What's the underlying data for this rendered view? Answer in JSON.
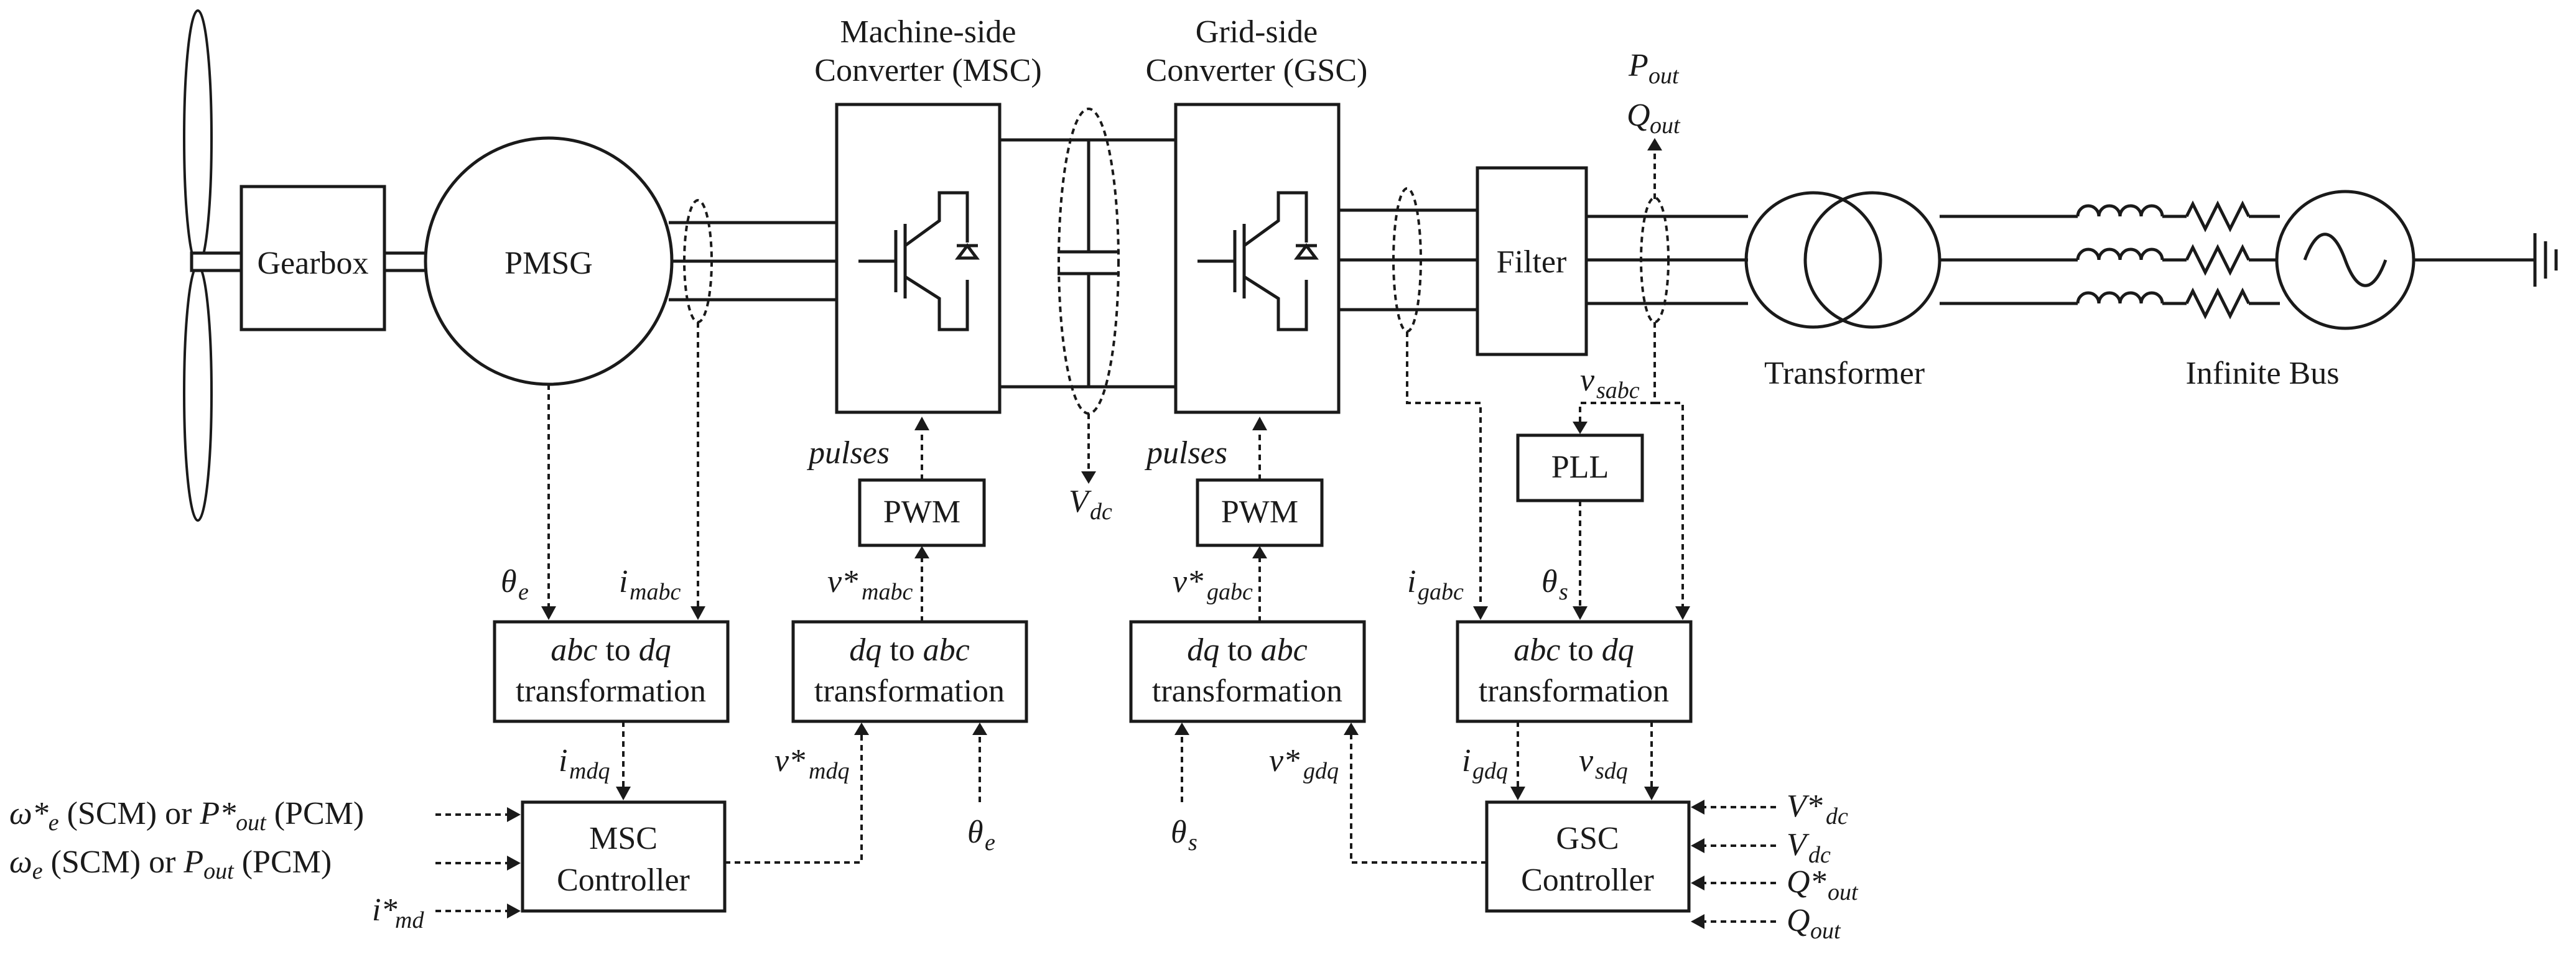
{
  "blocks": {
    "gearbox": "Gearbox",
    "pmsg": "PMSG",
    "msc_title_1": "Machine-side",
    "msc_title_2": "Converter (MSC)",
    "gsc_title_1": "Grid-side",
    "gsc_title_2": "Converter (GSC)",
    "filter": "Filter",
    "transformer": "Transformer",
    "infinite_bus": "Infinite Bus",
    "pwm_left": "PWM",
    "pwm_right": "PWM",
    "pll": "PLL",
    "pulses_left": "pulses",
    "pulses_right": "pulses",
    "abc_dq_left_1a": "abc",
    "abc_dq_left_1b": " to ",
    "abc_dq_left_1c": "dq",
    "abc_dq_left_2": "transformation",
    "dq_abc_left_1a": "dq",
    "dq_abc_left_1b": " to ",
    "dq_abc_left_1c": "abc",
    "dq_abc_left_2": "transformation",
    "dq_abc_right_1a": "dq",
    "dq_abc_right_1b": " to ",
    "dq_abc_right_1c": "abc",
    "dq_abc_right_2": "transformation",
    "abc_dq_right_1a": "abc",
    "abc_dq_right_1b": " to ",
    "abc_dq_right_1c": "dq",
    "abc_dq_right_2": "transformation",
    "msc_ctrl_1": "MSC",
    "msc_ctrl_2": "Controller",
    "gsc_ctrl_1": "GSC",
    "gsc_ctrl_2": "Controller"
  },
  "signals": {
    "p_out": {
      "base": "P",
      "sub": "out"
    },
    "q_out": {
      "base": "Q",
      "sub": "out"
    },
    "v_dc": {
      "base": "V",
      "sub": "dc"
    },
    "v_sabc": {
      "base": "v",
      "sub": "sabc"
    },
    "theta_e_top": {
      "base": "θ",
      "sub": "e"
    },
    "i_mabc": {
      "base": "i",
      "sub": "mabc"
    },
    "v_star_mabc": {
      "base": "v*",
      "sub": "mabc"
    },
    "v_star_gabc": {
      "base": "v*",
      "sub": "gabc"
    },
    "i_gabc": {
      "base": "i",
      "sub": "gabc"
    },
    "theta_s_top": {
      "base": "θ",
      "sub": "s"
    },
    "i_mdq": {
      "base": "i",
      "sub": "mdq"
    },
    "v_star_mdq": {
      "base": "v*",
      "sub": "mdq"
    },
    "theta_e_bottom": {
      "base": "θ",
      "sub": "e"
    },
    "theta_s_bottom": {
      "base": "θ",
      "sub": "s"
    },
    "v_star_gdq": {
      "base": "v*",
      "sub": "gdq"
    },
    "i_gdq": {
      "base": "i",
      "sub": "gdq"
    },
    "v_sdq": {
      "base": "v",
      "sub": "sdq"
    },
    "i_star_md": {
      "base": "i*",
      "sub": "md"
    }
  },
  "msc_inputs": {
    "line1": {
      "a": "ω*",
      "a_sub": "e",
      "b": " (SCM) or ",
      "c": "P*",
      "c_sub": "out",
      "d": " (PCM)"
    },
    "line2": {
      "a": "ω",
      "a_sub": "e",
      "b": " (SCM) or ",
      "c": "P",
      "c_sub": "out",
      "d": " (PCM)"
    }
  },
  "gsc_inputs": {
    "v_star_dc": {
      "base": "V*",
      "sub": "dc"
    },
    "v_dc": {
      "base": "V",
      "sub": "dc"
    },
    "q_star_out": {
      "base": "Q*",
      "sub": "out"
    },
    "q_out": {
      "base": "Q",
      "sub": "out"
    }
  }
}
